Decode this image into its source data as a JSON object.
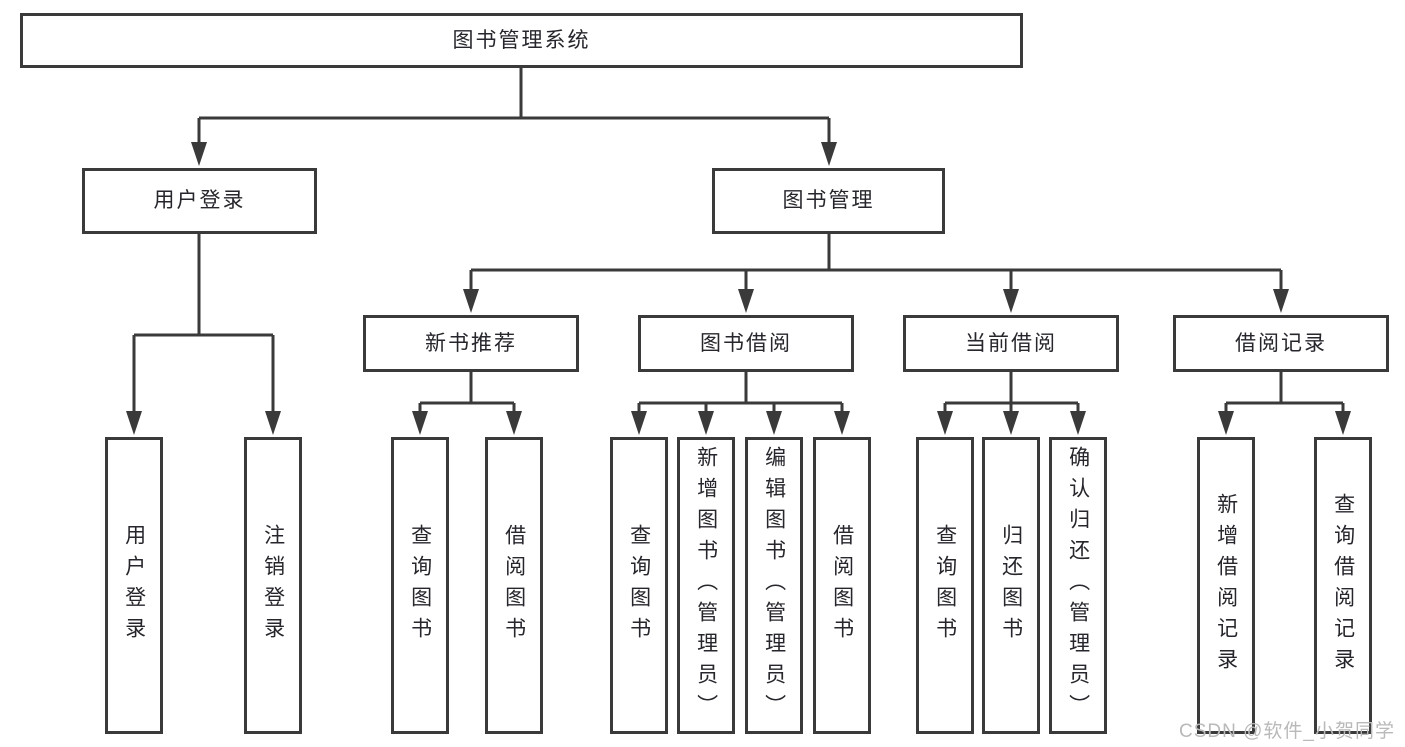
{
  "diagram": {
    "title": "图书管理系统",
    "branches": [
      {
        "label": "用户登录",
        "children": [
          {
            "label": "用户登录"
          },
          {
            "label": "注销登录"
          }
        ]
      },
      {
        "label": "图书管理",
        "groups": [
          {
            "label": "新书推荐",
            "children": [
              {
                "label": "查询图书"
              },
              {
                "label": "借阅图书"
              }
            ]
          },
          {
            "label": "图书借阅",
            "children": [
              {
                "label": "查询图书"
              },
              {
                "label": "新增图书（管理员）"
              },
              {
                "label": "编辑图书（管理员）"
              },
              {
                "label": "借阅图书"
              }
            ]
          },
          {
            "label": "当前借阅",
            "children": [
              {
                "label": "查询图书"
              },
              {
                "label": "归还图书"
              },
              {
                "label": "确认归还（管理员）"
              }
            ]
          },
          {
            "label": "借阅记录",
            "children": [
              {
                "label": "新增借阅记录"
              },
              {
                "label": "查询借阅记录"
              }
            ]
          }
        ]
      }
    ],
    "watermark": "CSDN @软件_小贺同学",
    "colors": {
      "line": "#3a3a3a",
      "text": "#26262c",
      "watermark": "#b9b9b9",
      "background": "#ffffff"
    }
  }
}
